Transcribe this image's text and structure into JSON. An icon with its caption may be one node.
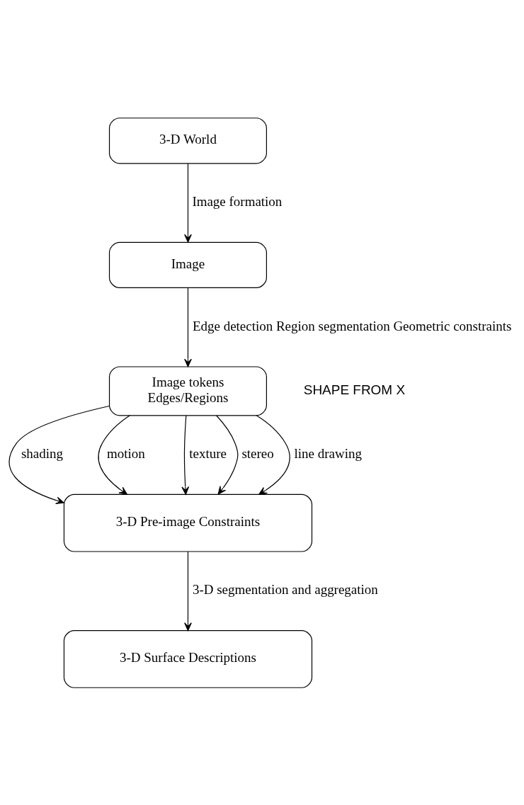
{
  "diagram": {
    "nodes": [
      {
        "text": [
          "3-D World"
        ]
      },
      {
        "text": [
          "Image"
        ]
      },
      {
        "text": [
          "Image tokens",
          "Edges/Regions"
        ]
      },
      {
        "text": [
          "3-D Pre-image Constraints"
        ]
      },
      {
        "text": [
          "3-D Surface Descriptions"
        ]
      }
    ],
    "edges": [
      {
        "from": 0,
        "to": 1,
        "arrow": "to",
        "label": "Image formation"
      },
      {
        "from": 1,
        "to": 2,
        "arrow": "to",
        "label": "Edge detection Region segmentation Geometric constraints"
      },
      {
        "from": 2,
        "to": 3,
        "arrow": "to",
        "label": "shading"
      },
      {
        "from": 2,
        "to": 3,
        "arrow": "to",
        "label": "motion"
      },
      {
        "from": 2,
        "to": 3,
        "arrow": "to",
        "label": "texture"
      },
      {
        "from": 2,
        "to": 3,
        "arrow": "to",
        "label": "stereo"
      },
      {
        "from": 2,
        "to": 3,
        "arrow": "to",
        "label": "line drawing"
      },
      {
        "from": 3,
        "to": 4,
        "arrow": "to",
        "label": "3-D segmentation and aggregation"
      }
    ],
    "labels": [
      "SHAPE FROM X"
    ]
  }
}
